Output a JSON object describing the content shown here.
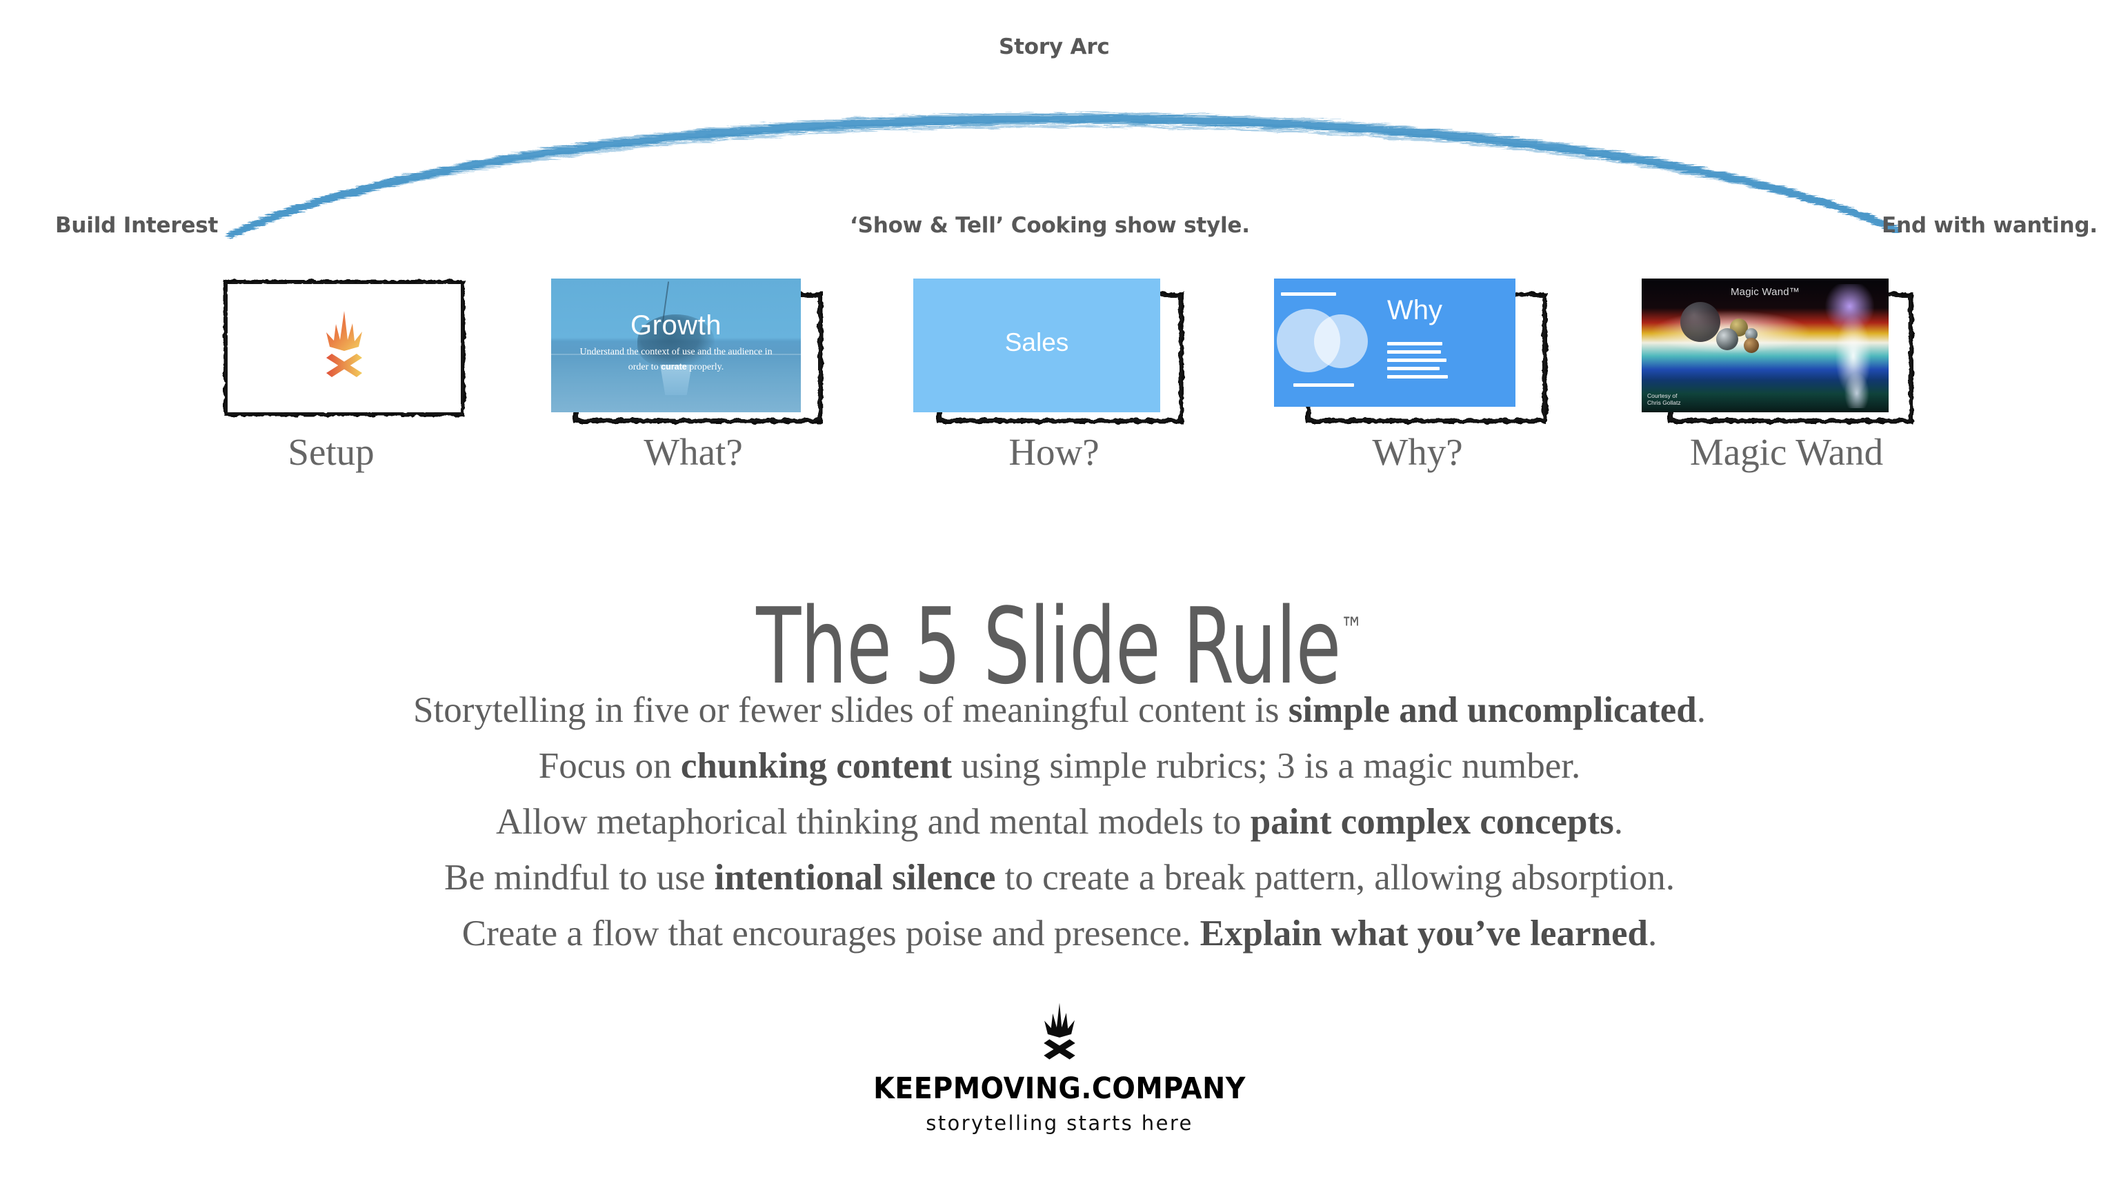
{
  "arc": {
    "label_story_arc": "Story Arc",
    "label_build_interest": "Build Interest",
    "label_show_tell": "‘Show & Tell’ Cooking show style.",
    "label_end_wanting": "End with wanting.",
    "stroke_color": "#4a97c9"
  },
  "slides": [
    {
      "caption": "Setup",
      "icon": "campfire-icon",
      "background": "#ffffff"
    },
    {
      "caption": "What?",
      "title": "Growth",
      "subtitle_parts": [
        "Understand the context of use and the audience in order to ",
        "curate",
        " properly."
      ],
      "background": "#68b3dd"
    },
    {
      "caption": "How?",
      "title": "Sales",
      "background": "#7dc4f6"
    },
    {
      "caption": "Why?",
      "title": "Why",
      "background": "#4a9cf0"
    },
    {
      "caption": "Magic Wand",
      "title": "Magic Wand™",
      "credit_line_1": "Courtesy of",
      "credit_line_2": "Chris Gollatz",
      "background": "#050508"
    }
  ],
  "title": {
    "text": "The 5 Slide Rule",
    "trademark": "™"
  },
  "body": {
    "lines": [
      [
        {
          "t": "Storytelling in five or fewer slides of meaningful content is ",
          "b": false
        },
        {
          "t": "simple and uncomplicated",
          "b": true
        },
        {
          "t": ".",
          "b": false
        }
      ],
      [
        {
          "t": "Focus on ",
          "b": false
        },
        {
          "t": "chunking content",
          "b": true
        },
        {
          "t": " using simple rubrics; 3 is a magic number.",
          "b": false
        }
      ],
      [
        {
          "t": "Allow metaphorical thinking and mental models to ",
          "b": false
        },
        {
          "t": "paint complex concepts",
          "b": true
        },
        {
          "t": ".",
          "b": false
        }
      ],
      [
        {
          "t": "Be mindful to use ",
          "b": false
        },
        {
          "t": "intentional silence",
          "b": true
        },
        {
          "t": " to create a break pattern, allowing absorption.",
          "b": false
        }
      ],
      [
        {
          "t": "Create a flow that encourages poise and presence. ",
          "b": false
        },
        {
          "t": "Explain what you’ve learned",
          "b": true
        },
        {
          "t": ".",
          "b": false
        }
      ]
    ]
  },
  "footer": {
    "logo_icon": "campfire-logo-icon",
    "wordmark": "KEEPMOVING.COMPANY",
    "tagline": "storytelling starts here"
  },
  "colors": {
    "text_gray": "#5f5f5f",
    "label_gray": "#585858",
    "arc_blue": "#4a97c9",
    "slide_blue_light": "#7dc4f6",
    "slide_blue": "#4a9cf0",
    "fire_orange": "#e8623c",
    "fire_yellow": "#f0c24b"
  }
}
